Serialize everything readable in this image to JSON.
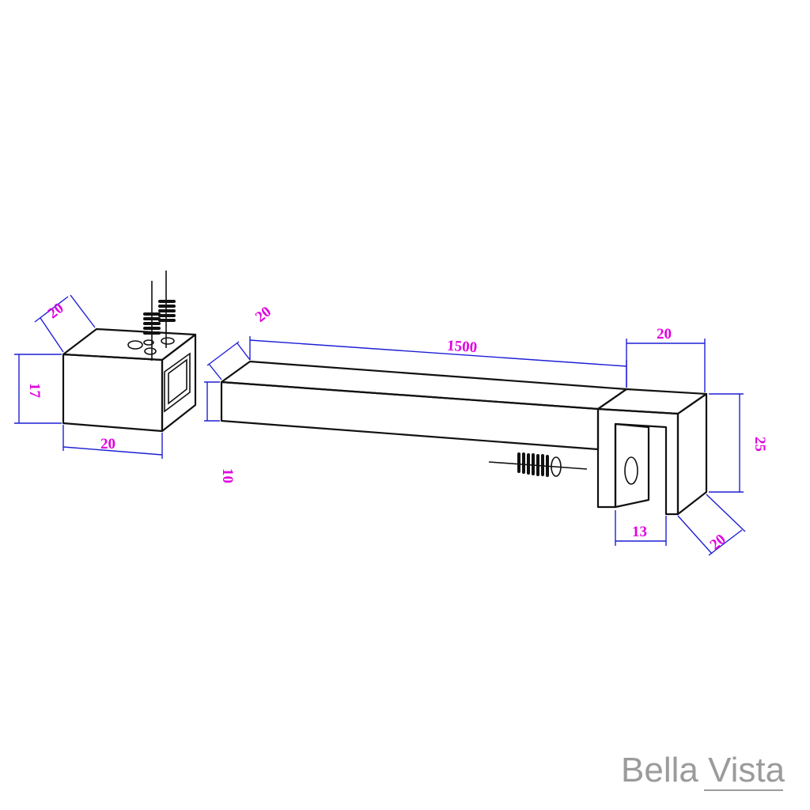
{
  "dimensions": {
    "block_width_top": "20",
    "block_height": "17",
    "block_width_bottom": "20",
    "arm_depth": "20",
    "arm_length": "1500",
    "arm_height": "10",
    "bracket_width_top": "20",
    "bracket_height": "25",
    "bracket_slot": "13",
    "bracket_depth": "20"
  },
  "logo": {
    "text": "Bella Vista"
  },
  "colors": {
    "dimension_line": "#1f1fd6",
    "dimension_text": "#e000e0",
    "outline": "#111111",
    "logo": "#9b9b9b"
  }
}
